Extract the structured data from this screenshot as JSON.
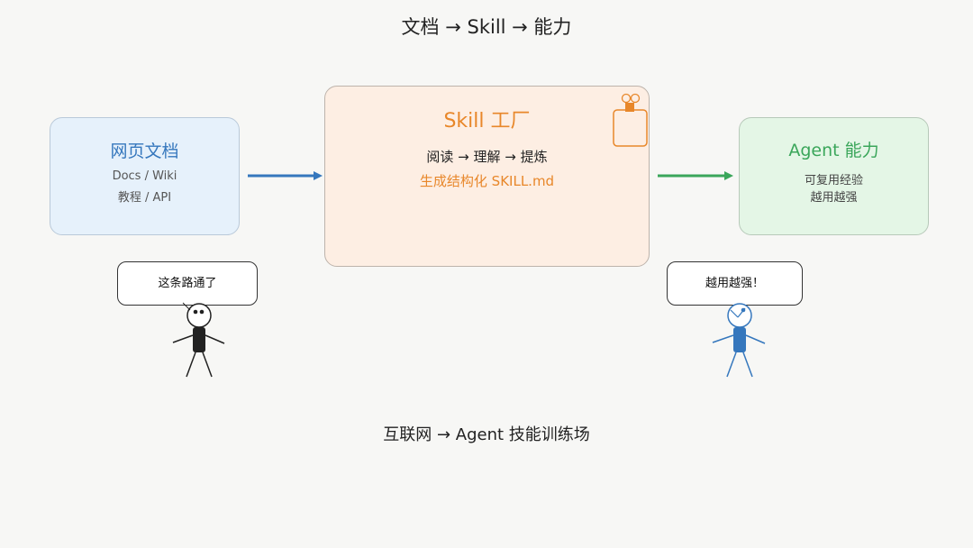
{
  "title": "文档 → Skill → 能力",
  "docs_box": {
    "title": "网页文档",
    "line1": "Docs / Wiki",
    "line2": "教程 / API"
  },
  "factory_box": {
    "title": "Skill 工厂",
    "flow": "阅读 → 理解 → 提炼",
    "output": "生成结构化 SKILL.md"
  },
  "agent_box": {
    "title": "Agent 能力",
    "line1": "可复用经验",
    "line2": "越用越强"
  },
  "left_figure": {
    "speech": "这条路通了"
  },
  "right_figure": {
    "speech": "越用越强！"
  },
  "footer": "互联网 → Agent 技能训练场",
  "colors": {
    "docs_accent": "#3577bd",
    "factory_accent": "#e8872a",
    "agent_accent": "#3aa65a",
    "left_figure": "#222222",
    "right_figure": "#3577bd"
  }
}
